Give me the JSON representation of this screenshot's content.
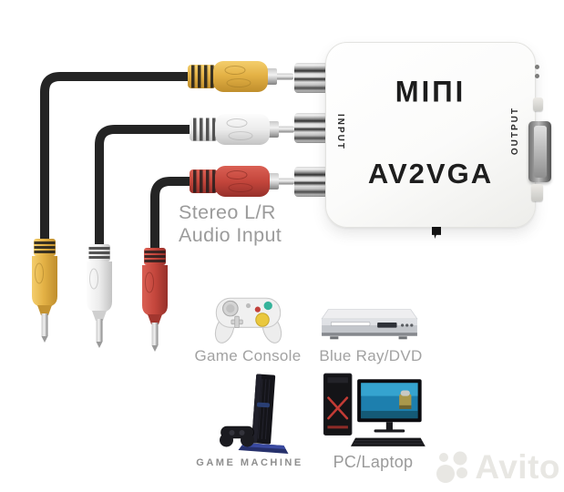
{
  "converter": {
    "brand": "MIΠI",
    "model": "AV2VGA",
    "input_label": "INPUT",
    "output_label": "OUTPUT",
    "body_color": "#FFFFFF",
    "text_color": "#1C1C1C"
  },
  "cables": {
    "caption_line1": "Stereo L/R",
    "caption_line2": "Audio Input",
    "cable_color": "#242424",
    "plugs": [
      {
        "name": "composite-video",
        "color": "#E4B246"
      },
      {
        "name": "audio-left",
        "color": "#EDEDED"
      },
      {
        "name": "audio-right",
        "color": "#C4463C"
      }
    ]
  },
  "compatible_devices": [
    {
      "label": "Game Console"
    },
    {
      "label": "Blue Ray/DVD"
    },
    {
      "label": "GAME MACHINE"
    },
    {
      "label": "PC/Laptop"
    }
  ],
  "watermark": {
    "text": "Avito",
    "color": "#E8E7E3"
  },
  "colors": {
    "background": "#FFFFFF",
    "caption_text": "#9B9B9B",
    "device_label_text": "#A2A2A2"
  }
}
